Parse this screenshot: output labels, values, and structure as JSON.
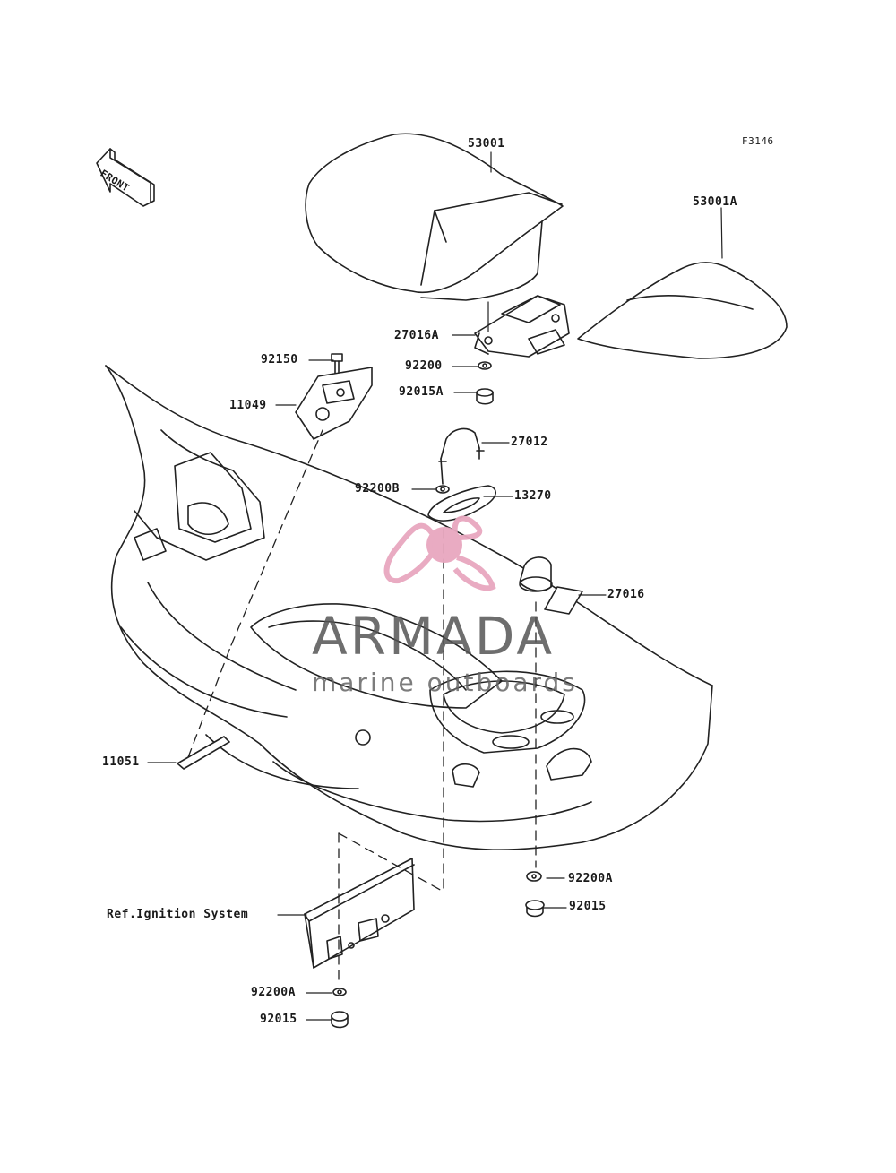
{
  "figure_code": "F3146",
  "front_label": "FRONT",
  "parts": {
    "p53001": "53001",
    "p53001A": "53001A",
    "p27016A": "27016A",
    "p92200": "92200",
    "p92015A": "92015A",
    "p92150": "92150",
    "p11049": "11049",
    "p27012": "27012",
    "p92200B": "92200B",
    "p13270": "13270",
    "p27016": "27016",
    "p11051": "11051",
    "p92200A_right": "92200A",
    "p92015_right": "92015",
    "ref_ignition": "Ref.Ignition System",
    "p92200A_bottom": "92200A",
    "p92015_bottom": "92015"
  },
  "watermark": {
    "brand": "ARMADA",
    "tagline": "marine outboards",
    "accent_color": "#e8a7bf"
  }
}
